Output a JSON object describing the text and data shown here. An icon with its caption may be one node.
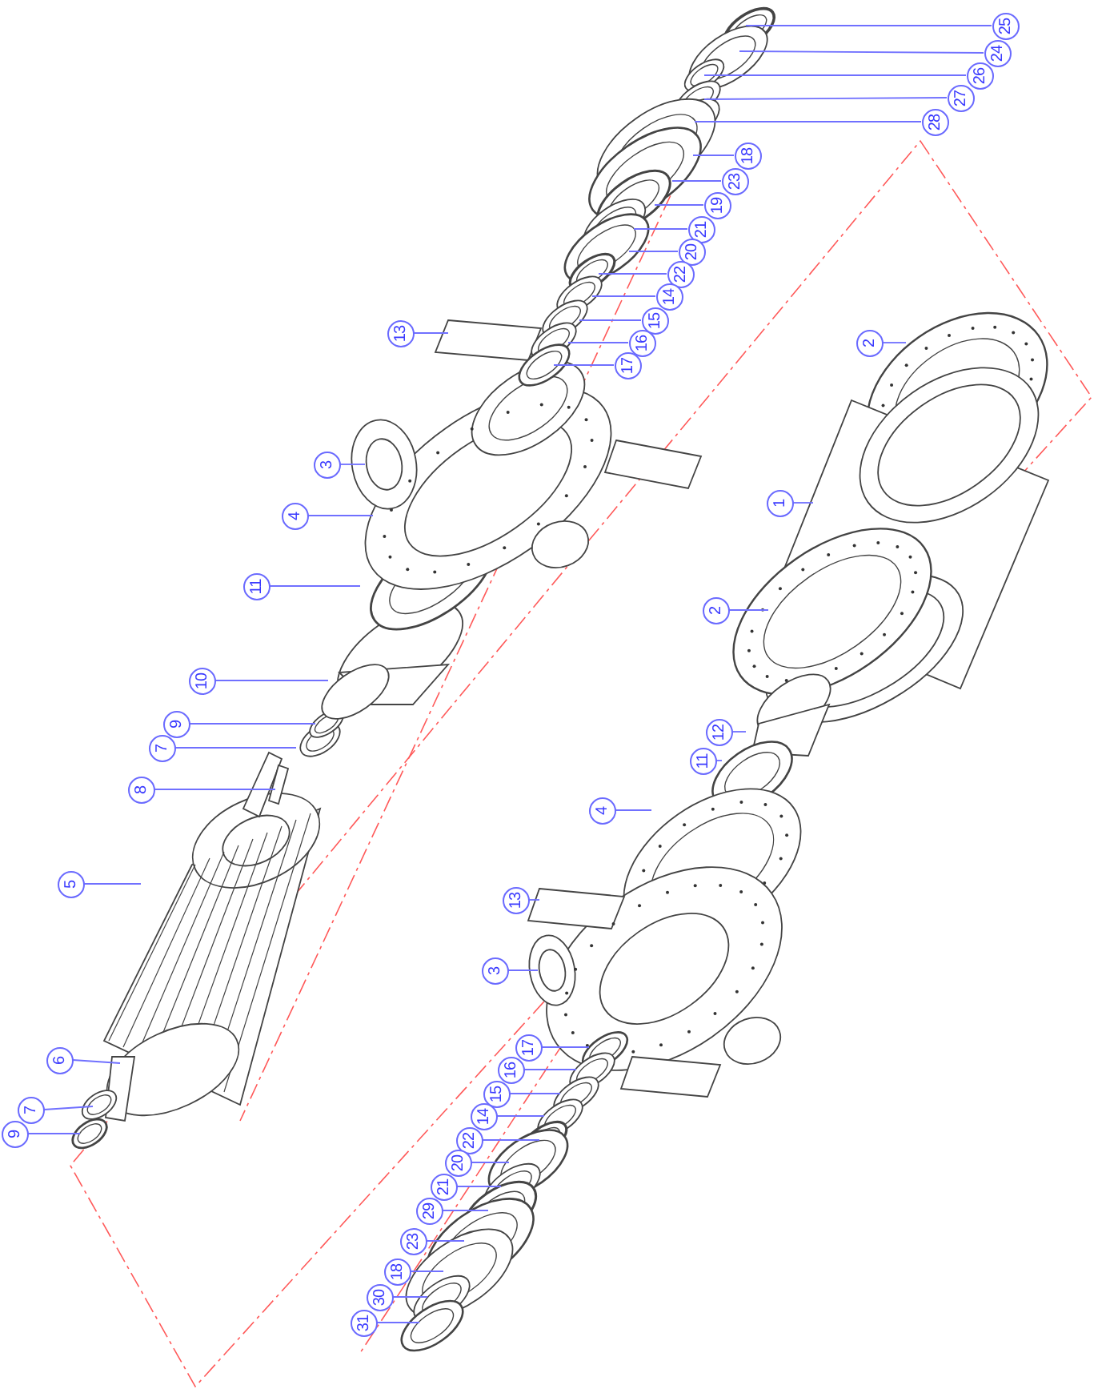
{
  "diagram": {
    "nodes": [
      {
        "text": [
          "25"
        ]
      },
      {
        "text": [
          "24"
        ]
      },
      {
        "text": [
          "26"
        ]
      },
      {
        "text": [
          "27"
        ]
      },
      {
        "text": [
          "28"
        ]
      },
      {
        "text": [
          "18"
        ]
      },
      {
        "text": [
          "23"
        ]
      },
      {
        "text": [
          "19"
        ]
      },
      {
        "text": [
          "21"
        ]
      },
      {
        "text": [
          "20"
        ]
      },
      {
        "text": [
          "22"
        ]
      },
      {
        "text": [
          "14"
        ]
      },
      {
        "text": [
          "15"
        ]
      },
      {
        "text": [
          "16"
        ]
      },
      {
        "text": [
          "17"
        ]
      },
      {
        "text": [
          "13"
        ]
      },
      {
        "text": [
          "2"
        ]
      },
      {
        "text": [
          "3"
        ]
      },
      {
        "text": [
          "4"
        ]
      },
      {
        "text": [
          "1"
        ]
      },
      {
        "text": [
          "11"
        ]
      },
      {
        "text": [
          "2"
        ]
      },
      {
        "text": [
          "10"
        ]
      },
      {
        "text": [
          "9"
        ]
      },
      {
        "text": [
          "12"
        ]
      },
      {
        "text": [
          "7"
        ]
      },
      {
        "text": [
          "11"
        ]
      },
      {
        "text": [
          "8"
        ]
      },
      {
        "text": [
          "4"
        ]
      },
      {
        "text": [
          "5"
        ]
      },
      {
        "text": [
          "13"
        ]
      },
      {
        "text": [
          "3"
        ]
      },
      {
        "text": [
          "17"
        ]
      },
      {
        "text": [
          "16"
        ]
      },
      {
        "text": [
          "6"
        ]
      },
      {
        "text": [
          "15"
        ]
      },
      {
        "text": [
          "7"
        ]
      },
      {
        "text": [
          "14"
        ]
      },
      {
        "text": [
          "9"
        ]
      },
      {
        "text": [
          "22"
        ]
      },
      {
        "text": [
          "20"
        ]
      },
      {
        "text": [
          "21"
        ]
      },
      {
        "text": [
          "29"
        ]
      },
      {
        "text": [
          "23"
        ]
      },
      {
        "text": [
          "18"
        ]
      },
      {
        "text": [
          "30"
        ]
      },
      {
        "text": [
          "31"
        ]
      }
    ],
    "edges": [
      {
        "from": 0,
        "to": null,
        "arrow": "none"
      },
      {
        "from": 1,
        "to": null,
        "arrow": "none"
      },
      {
        "from": 2,
        "to": null,
        "arrow": "none"
      },
      {
        "from": 3,
        "to": null,
        "arrow": "none"
      },
      {
        "from": 4,
        "to": null,
        "arrow": "none"
      },
      {
        "from": 5,
        "to": null,
        "arrow": "none"
      },
      {
        "from": 6,
        "to": null,
        "arrow": "none"
      },
      {
        "from": 7,
        "to": null,
        "arrow": "none"
      },
      {
        "from": 8,
        "to": null,
        "arrow": "none"
      },
      {
        "from": 9,
        "to": null,
        "arrow": "none"
      },
      {
        "from": 10,
        "to": null,
        "arrow": "none"
      },
      {
        "from": 11,
        "to": null,
        "arrow": "none"
      },
      {
        "from": 12,
        "to": null,
        "arrow": "none"
      },
      {
        "from": 13,
        "to": null,
        "arrow": "none"
      },
      {
        "from": 14,
        "to": null,
        "arrow": "none"
      },
      {
        "from": 15,
        "to": null,
        "arrow": "none"
      },
      {
        "from": 16,
        "to": null,
        "arrow": "none"
      },
      {
        "from": 17,
        "to": null,
        "arrow": "none"
      },
      {
        "from": 18,
        "to": null,
        "arrow": "none"
      },
      {
        "from": 19,
        "to": null,
        "arrow": "none"
      },
      {
        "from": 20,
        "to": null,
        "arrow": "none"
      },
      {
        "from": 21,
        "to": null,
        "arrow": "none"
      },
      {
        "from": 22,
        "to": null,
        "arrow": "none"
      },
      {
        "from": 23,
        "to": null,
        "arrow": "none"
      },
      {
        "from": 24,
        "to": null,
        "arrow": "none"
      },
      {
        "from": 25,
        "to": null,
        "arrow": "none"
      },
      {
        "from": 26,
        "to": null,
        "arrow": "none"
      },
      {
        "from": 27,
        "to": null,
        "arrow": "none"
      },
      {
        "from": 28,
        "to": null,
        "arrow": "none"
      },
      {
        "from": 29,
        "to": null,
        "arrow": "none"
      },
      {
        "from": 30,
        "to": null,
        "arrow": "none"
      },
      {
        "from": 31,
        "to": null,
        "arrow": "none"
      },
      {
        "from": 32,
        "to": null,
        "arrow": "none"
      },
      {
        "from": 33,
        "to": null,
        "arrow": "none"
      },
      {
        "from": 34,
        "to": null,
        "arrow": "none"
      },
      {
        "from": 35,
        "to": null,
        "arrow": "none"
      },
      {
        "from": 36,
        "to": null,
        "arrow": "none"
      },
      {
        "from": 37,
        "to": null,
        "arrow": "none"
      },
      {
        "from": 38,
        "to": null,
        "arrow": "none"
      },
      {
        "from": 39,
        "to": null,
        "arrow": "none"
      },
      {
        "from": 40,
        "to": null,
        "arrow": "none"
      },
      {
        "from": 41,
        "to": null,
        "arrow": "none"
      },
      {
        "from": 42,
        "to": null,
        "arrow": "none"
      },
      {
        "from": 43,
        "to": null,
        "arrow": "none"
      },
      {
        "from": 44,
        "to": null,
        "arrow": "none"
      },
      {
        "from": 45,
        "to": null,
        "arrow": "none"
      },
      {
        "from": 46,
        "to": null,
        "arrow": "none"
      }
    ]
  }
}
